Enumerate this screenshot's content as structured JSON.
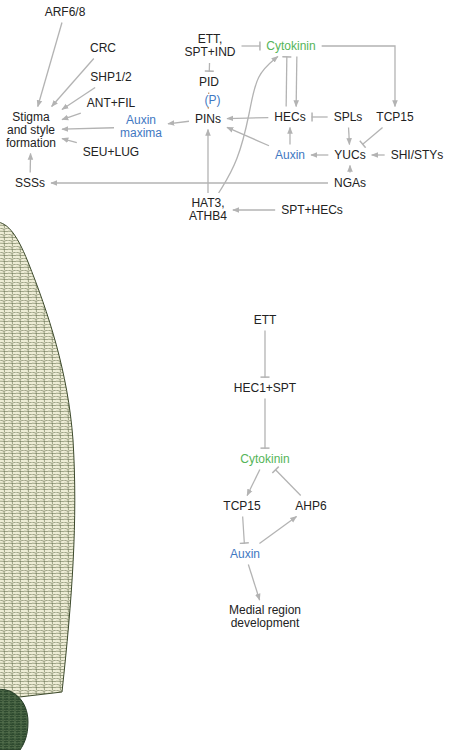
{
  "diagram": {
    "nodes": [
      {
        "text": [
          "ARF6/8"
        ]
      },
      {
        "text": [
          "CRC"
        ]
      },
      {
        "text": [
          "ETT, SPT+IND"
        ]
      },
      {
        "text": [
          "Cytokinin"
        ]
      },
      {
        "text": [
          "SHP1/2"
        ]
      },
      {
        "text": [
          "PID"
        ]
      },
      {
        "text": [
          "ANT+FIL"
        ]
      },
      {
        "text": [
          "Stigma and style formation"
        ]
      },
      {
        "text": [
          "Auxin maxima"
        ]
      },
      {
        "text": [
          "PINs"
        ]
      },
      {
        "text": [
          "HECs"
        ]
      },
      {
        "text": [
          "SPLs"
        ]
      },
      {
        "text": [
          "TCP15"
        ]
      },
      {
        "text": [
          "SEU+LUG"
        ]
      },
      {
        "text": [
          "Auxin"
        ]
      },
      {
        "text": [
          "YUCs"
        ]
      },
      {
        "text": [
          "SHI/STYs"
        ]
      },
      {
        "text": [
          "SSSs"
        ]
      },
      {
        "text": [
          "NGAs"
        ]
      },
      {
        "text": [
          "HAT3, ATHB4"
        ]
      },
      {
        "text": [
          "SPT+HECs"
        ]
      },
      {
        "text": [
          "ETT"
        ]
      },
      {
        "text": [
          "HEC1+SPT"
        ]
      },
      {
        "text": [
          "Cytokinin"
        ]
      },
      {
        "text": [
          "TCP15"
        ]
      },
      {
        "text": [
          "AHP6"
        ]
      },
      {
        "text": [
          "Auxin"
        ]
      },
      {
        "text": [
          "Medial region development"
        ]
      }
    ],
    "edges": [
      {
        "from": 0,
        "to": 7,
        "arrow": "to"
      },
      {
        "from": 1,
        "to": 7,
        "arrow": "to"
      },
      {
        "from": 4,
        "to": 7,
        "arrow": "to"
      },
      {
        "from": 6,
        "to": 7,
        "arrow": "to"
      },
      {
        "from": 8,
        "to": 7,
        "arrow": "to"
      },
      {
        "from": 13,
        "to": 7,
        "arrow": "to"
      },
      {
        "from": 17,
        "to": 7,
        "arrow": "to"
      },
      {
        "from": 2,
        "to": 3,
        "arrow": "to"
      },
      {
        "from": 2,
        "to": 5,
        "arrow": "to"
      },
      {
        "from": 5,
        "to": 9,
        "label": "(P)",
        "arrow": "to"
      },
      {
        "from": 9,
        "to": 8,
        "arrow": "to"
      },
      {
        "from": 10,
        "to": 3,
        "arrow": "to"
      },
      {
        "from": 3,
        "to": 10,
        "arrow": "to"
      },
      {
        "from": 3,
        "to": 12,
        "arrow": "to"
      },
      {
        "from": 10,
        "to": 9,
        "arrow": "to"
      },
      {
        "from": 11,
        "to": 10,
        "arrow": "to"
      },
      {
        "from": 14,
        "to": 10,
        "arrow": "to"
      },
      {
        "from": 11,
        "to": 15,
        "arrow": "to"
      },
      {
        "from": 12,
        "to": 15,
        "arrow": "to"
      },
      {
        "from": 16,
        "to": 15,
        "arrow": "to"
      },
      {
        "from": 15,
        "to": 14,
        "arrow": "to"
      },
      {
        "from": 14,
        "to": 9,
        "arrow": "to"
      },
      {
        "from": 18,
        "to": 15,
        "arrow": "to"
      },
      {
        "from": 18,
        "to": 17,
        "arrow": "to"
      },
      {
        "from": 20,
        "to": 19,
        "arrow": "to"
      },
      {
        "from": 19,
        "to": 9,
        "arrow": "to"
      },
      {
        "from": 19,
        "to": 3,
        "arrow": "to"
      },
      {
        "from": 21,
        "to": 22,
        "arrow": "to"
      },
      {
        "from": 22,
        "to": 23,
        "arrow": "to"
      },
      {
        "from": 23,
        "to": 24,
        "arrow": "to"
      },
      {
        "from": 25,
        "to": 23,
        "arrow": "to"
      },
      {
        "from": 24,
        "to": 26,
        "arrow": "to"
      },
      {
        "from": 26,
        "to": 25,
        "arrow": "to"
      },
      {
        "from": 26,
        "to": 27,
        "arrow": "to"
      }
    ]
  }
}
